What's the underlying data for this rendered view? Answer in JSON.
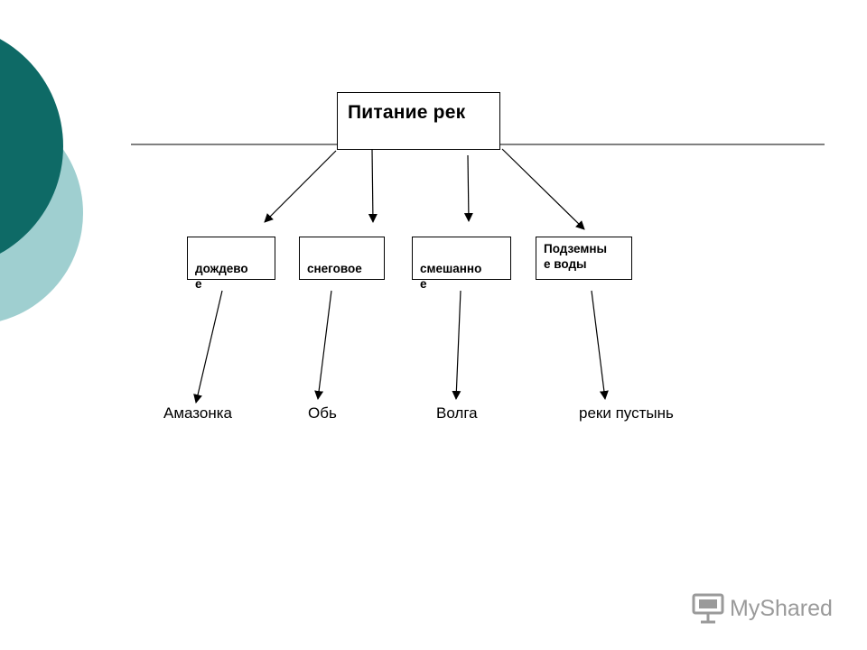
{
  "diagram": {
    "title": "Питание рек",
    "categories": [
      {
        "label": "дождево\nе"
      },
      {
        "label": "снеговое"
      },
      {
        "label": "смешанно\nе"
      },
      {
        "label": "Подземны\nе воды"
      }
    ],
    "examples": [
      {
        "label": "Амазонка"
      },
      {
        "label": "Обь"
      },
      {
        "label": "Волга"
      },
      {
        "label": "реки пустынь"
      }
    ]
  },
  "watermark": {
    "text": "MyShared"
  },
  "colors": {
    "deco_dark": "#0e6a66",
    "deco_light": "#9fcfd0",
    "lines": "#000000",
    "watermark": "#9a9a9a"
  }
}
